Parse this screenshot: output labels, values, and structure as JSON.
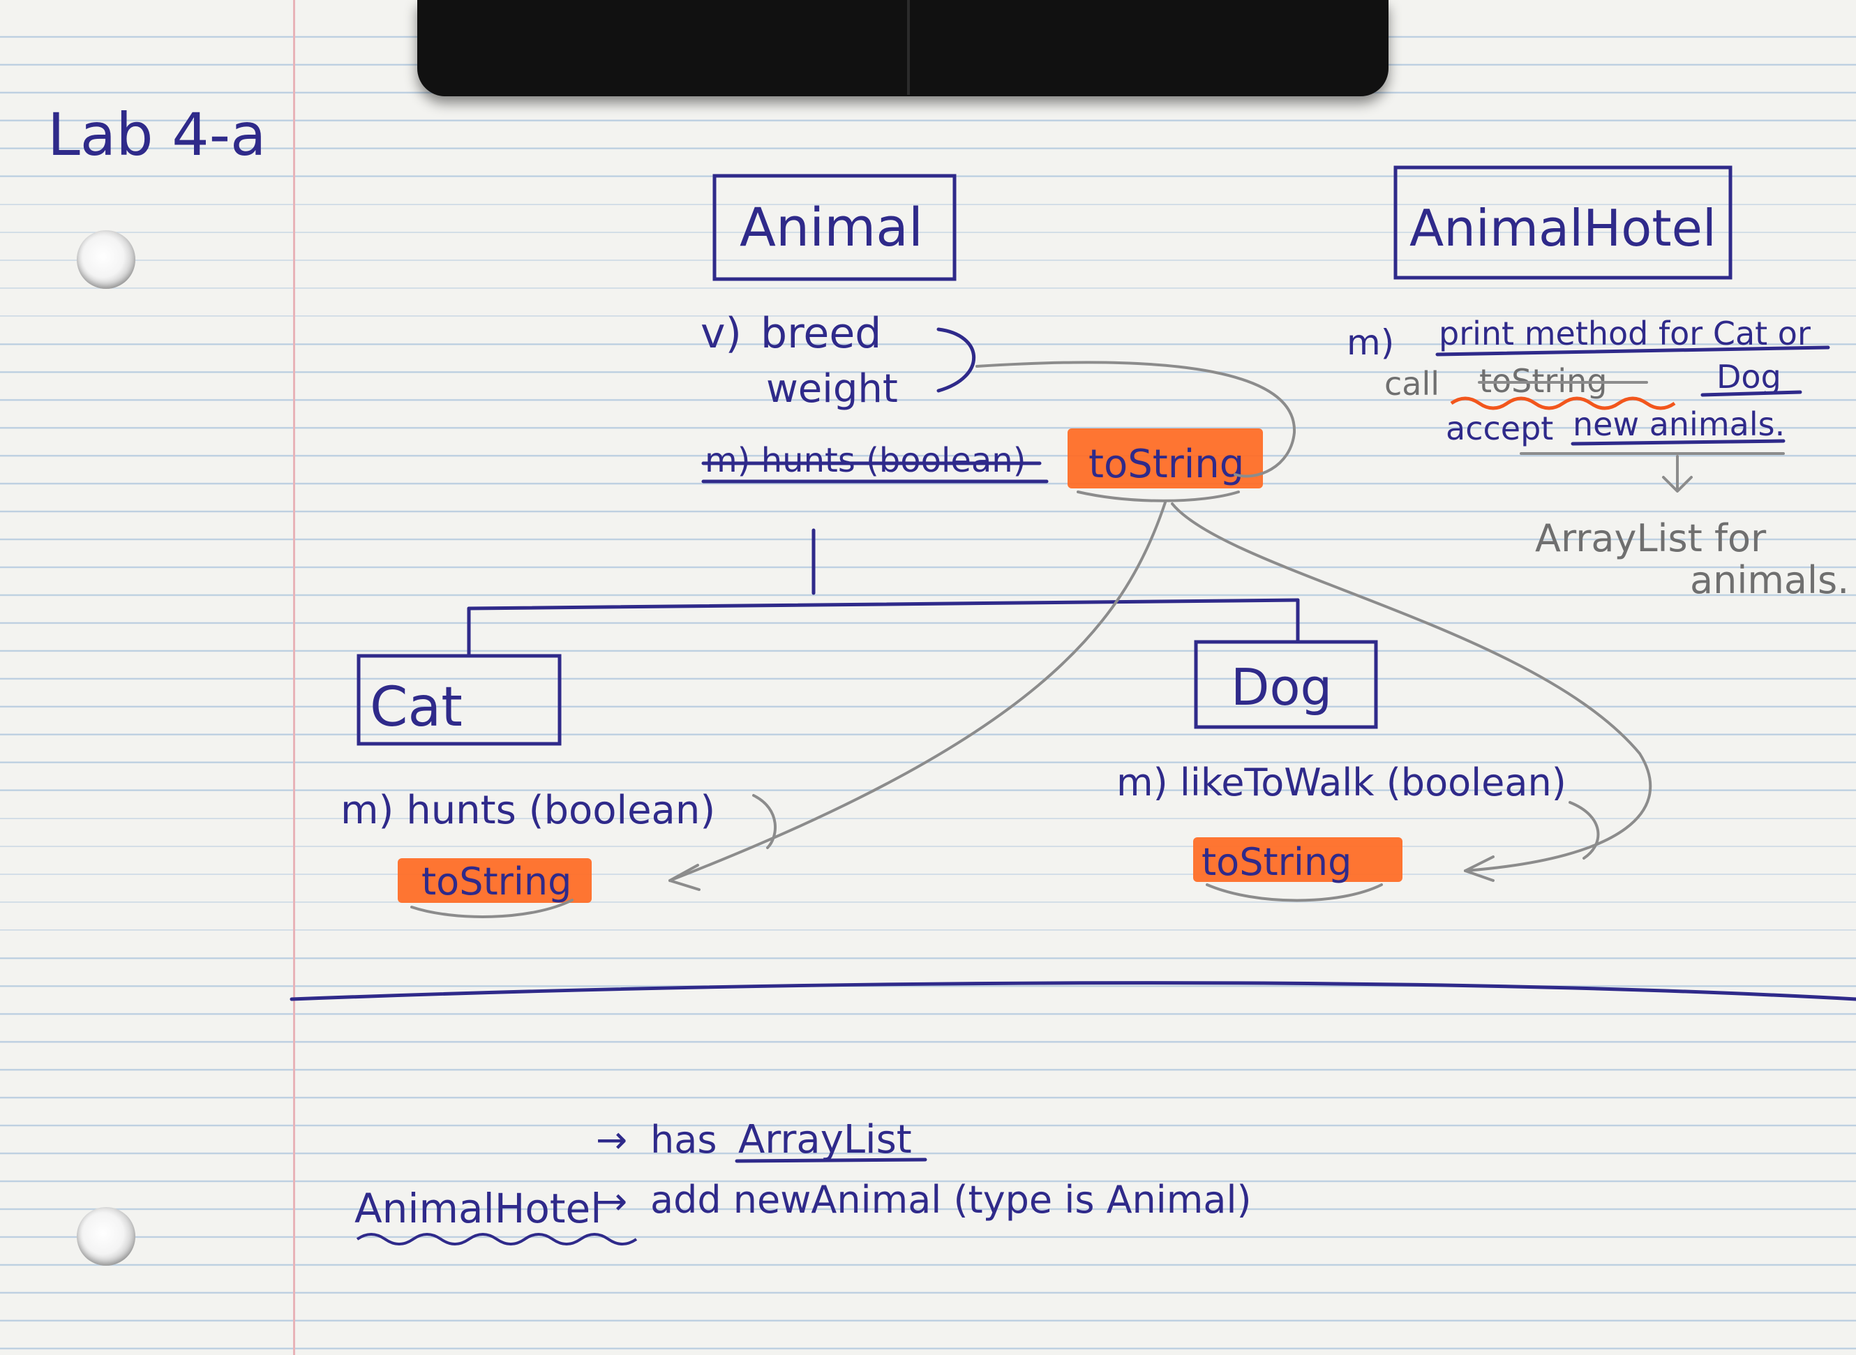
{
  "title": "Lab 4-a",
  "classes": {
    "animal": {
      "name": "Animal",
      "vars_prefix": "v)",
      "var1": "breed",
      "var2": "weight",
      "struck_method": "m) hunts (boolean)",
      "method": "toString"
    },
    "animal_hotel": {
      "name": "AnimalHotel",
      "prefix": "m)",
      "line1": "print method for Cat or",
      "line2a": "call",
      "line2b": "toString",
      "line2c": "Dog",
      "line3a": "accept",
      "line3b": "new animals.",
      "note1": "ArrayList for",
      "note2": "animals."
    },
    "cat": {
      "name": "Cat",
      "method1": "m) hunts (boolean)",
      "method2": "toString"
    },
    "dog": {
      "name": "Dog",
      "method1": "m) likeToWalk (boolean)",
      "method2": "toString"
    }
  },
  "bottom": {
    "line1_arrow": "→",
    "line1_text": "has",
    "line1_underlined": "ArrayList",
    "subject": "AnimalHotel",
    "line2_arrow": "→",
    "line2_text": "add newAnimal (type is Animal)"
  },
  "colors": {
    "ink": "#2f2a8a",
    "highlight": "#ff6a22",
    "pencil": "#8c8c8c",
    "rule": "#b9cde0",
    "margin": "#e8b3b8"
  }
}
